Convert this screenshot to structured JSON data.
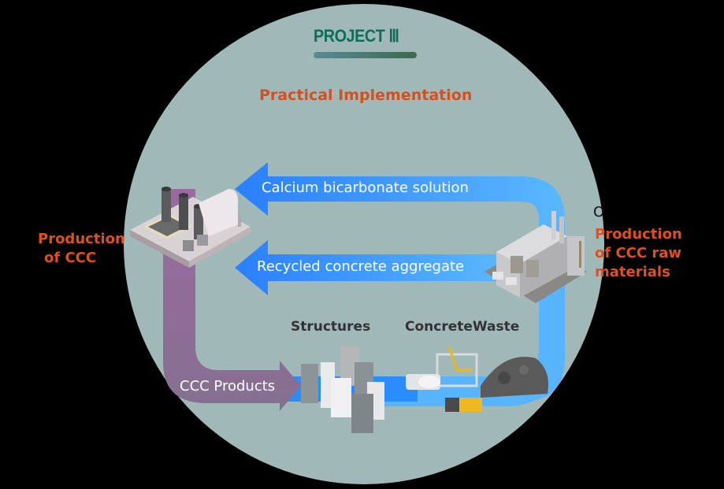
{
  "header": {
    "project_title": "PROJECT Ⅲ",
    "subtitle": "Practical Implementation"
  },
  "labels": {
    "production_ccc": [
      "Production",
      "of CCC"
    ],
    "production_raw": [
      "Production",
      "of CCC raw",
      "materials"
    ],
    "right_partial": "O"
  },
  "flows": {
    "calcium": "Calcium bicarbonate solution",
    "recycled": "Recycled concrete aggregate",
    "ccc_products": "CCC Products"
  },
  "nodes": {
    "structures": "Structures",
    "concrete_waste": "ConcreteWaste"
  },
  "colors": {
    "background": "#000000",
    "circle": "#a0b8b8",
    "title_green": "#0d6e5e",
    "accent_orange": "#e0501c",
    "flow_blue": "#2a8cff",
    "flow_light_blue": "#5ab8ff",
    "flow_purple": "#8a6f94"
  }
}
